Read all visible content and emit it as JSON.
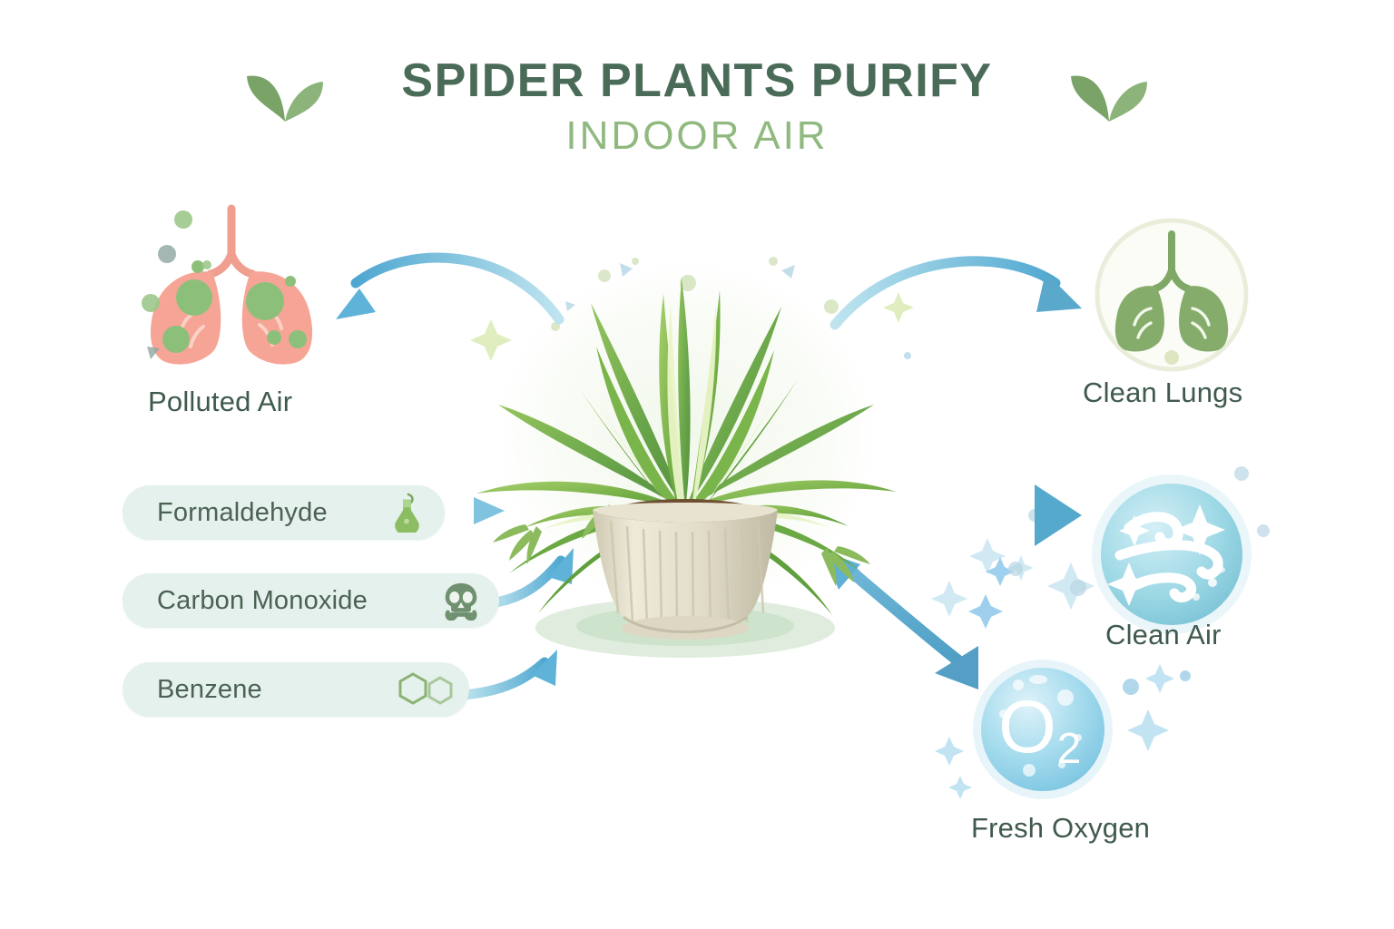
{
  "header": {
    "title_main": "SPIDER PLANTS PURIFY",
    "title_sub": "INDOOR AIR",
    "leaf_icon_left": "sprout-leaf-icon",
    "leaf_icon_right": "sprout-leaf-icon",
    "title_color": "#4a6b57",
    "subtitle_color": "#8fb97e"
  },
  "inputs": {
    "polluted": {
      "label": "Polluted Air",
      "icon": "lungs-polluted-icon",
      "lung_color": "#f4a193",
      "particle_color": "#8cc07a"
    },
    "pollutants": [
      {
        "label": "Formaldehyde",
        "icon": "flask-icon",
        "chip_color": "#e4f1ec",
        "icon_color": "#7ba85f"
      },
      {
        "label": "Carbon Monoxide",
        "icon": "skull-icon",
        "chip_color": "#e4f1ec",
        "icon_color": "#6f9170"
      },
      {
        "label": "Benzene",
        "icon": "benzene-ring-icon",
        "chip_color": "#e4f1ec",
        "icon_color": "#8cb273"
      }
    ]
  },
  "center": {
    "name": "spider-plant-illustration",
    "pot_color": "#ded9c6",
    "leaf_color": "#6faa49",
    "leaf_variegation_color": "#e8f3c4",
    "soil_color": "#7b5a3a"
  },
  "outputs": [
    {
      "label": "Clean Lungs",
      "icon": "lungs-clean-icon",
      "accent": "#84ad6e"
    },
    {
      "label": "Clean Air",
      "icon": "wind-swirl-icon",
      "accent": "#7fc8dc"
    },
    {
      "label": "Fresh Oxygen",
      "icon": "oxygen-o2-icon",
      "accent": "#6fc2e0",
      "symbol": "O",
      "subscript": "2"
    }
  ],
  "arrows": {
    "color_start": "#bfe4ef",
    "color_end": "#4ea7d0",
    "items": [
      {
        "name": "arrow-plant-to-polluted-lungs",
        "direction": "left"
      },
      {
        "name": "arrow-plant-to-clean-lungs",
        "direction": "right"
      },
      {
        "name": "arrow-plant-to-clean-air",
        "direction": "right"
      },
      {
        "name": "arrow-plant-to-fresh-oxygen",
        "direction": "down-right"
      },
      {
        "name": "arrow-formaldehyde-to-plant",
        "direction": "right"
      },
      {
        "name": "arrow-carbon-monoxide-to-plant",
        "direction": "up-right"
      },
      {
        "name": "arrow-benzene-to-plant",
        "direction": "up-right"
      }
    ]
  }
}
